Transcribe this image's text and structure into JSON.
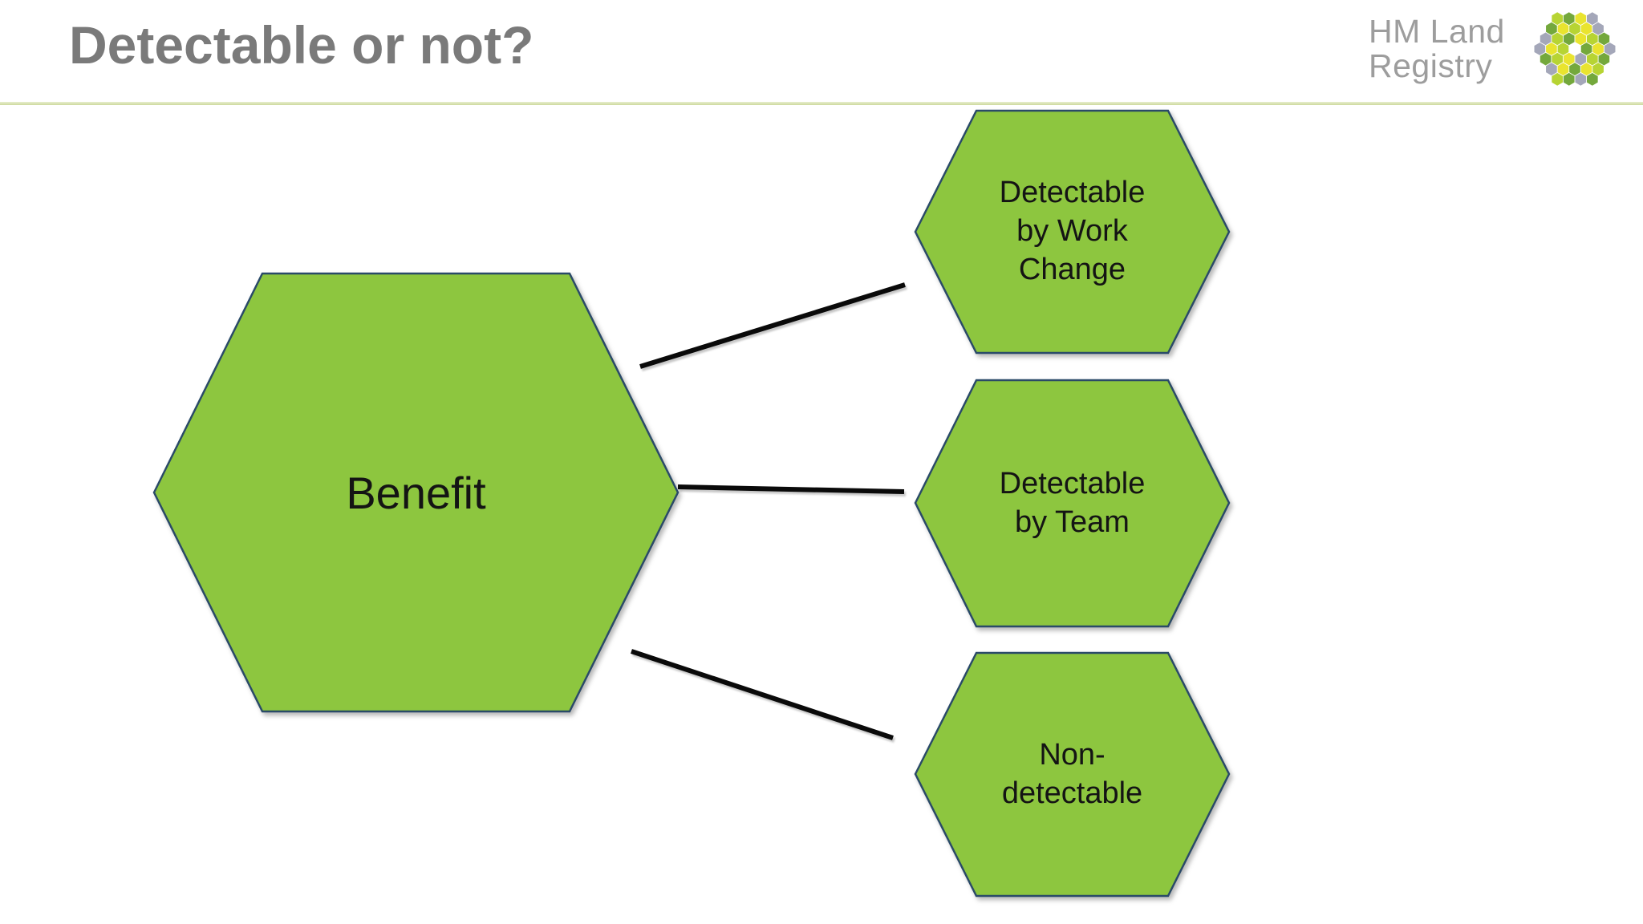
{
  "slide": {
    "title": "Detectable or not?",
    "title_color": "#7a7a7a",
    "background_color": "#ffffff",
    "separator_color": "#cdda9d"
  },
  "logo": {
    "text": "HM Land\nRegistry",
    "text_color": "#9d9d9d",
    "mark_palette": {
      "yellow": "#e9e42f",
      "lime": "#b7d433",
      "green": "#74a83c",
      "grey": "#a4a7b9",
      "white": "#ffffff"
    },
    "mark_rows": [
      [
        "#b7d433",
        "#74a83c",
        "#e9e42f",
        "#a4a7b9"
      ],
      [
        "#74a83c",
        "#e9e42f",
        "#b7d433",
        "#e9e42f",
        "#a4a7b9"
      ],
      [
        "#a4a7b9",
        "#b7d433",
        "#74a83c",
        "#e9e42f",
        "#b7d433",
        "#74a83c"
      ],
      [
        "#a4a7b9",
        "#e9e42f",
        "#b7d433",
        "#ffffff",
        "#74a83c",
        "#e9e42f",
        "#a4a7b9"
      ],
      [
        "#74a83c",
        "#b7d433",
        "#e9e42f",
        "#a4a7b9",
        "#b7d433",
        "#74a83c"
      ],
      [
        "#a4a7b9",
        "#e9e42f",
        "#74a83c",
        "#e9e42f",
        "#b7d433"
      ],
      [
        "#b7d433",
        "#74a83c",
        "#a4a7b9",
        "#74a83c"
      ]
    ]
  },
  "diagram": {
    "hex_fill": "#8dc63f",
    "hex_stroke": "#2a4a68",
    "connector_color": "#0a0a0a",
    "nodes": [
      {
        "id": "benefit",
        "label": "Benefit"
      },
      {
        "id": "detectable-by-work-change",
        "label": "Detectable\nby Work\nChange"
      },
      {
        "id": "detectable-by-team",
        "label": "Detectable\nby Team"
      },
      {
        "id": "non-detectable",
        "label": "Non-\ndetectable"
      }
    ],
    "edges": [
      {
        "from": "benefit",
        "to": "detectable-by-work-change"
      },
      {
        "from": "benefit",
        "to": "detectable-by-team"
      },
      {
        "from": "benefit",
        "to": "non-detectable"
      }
    ]
  }
}
